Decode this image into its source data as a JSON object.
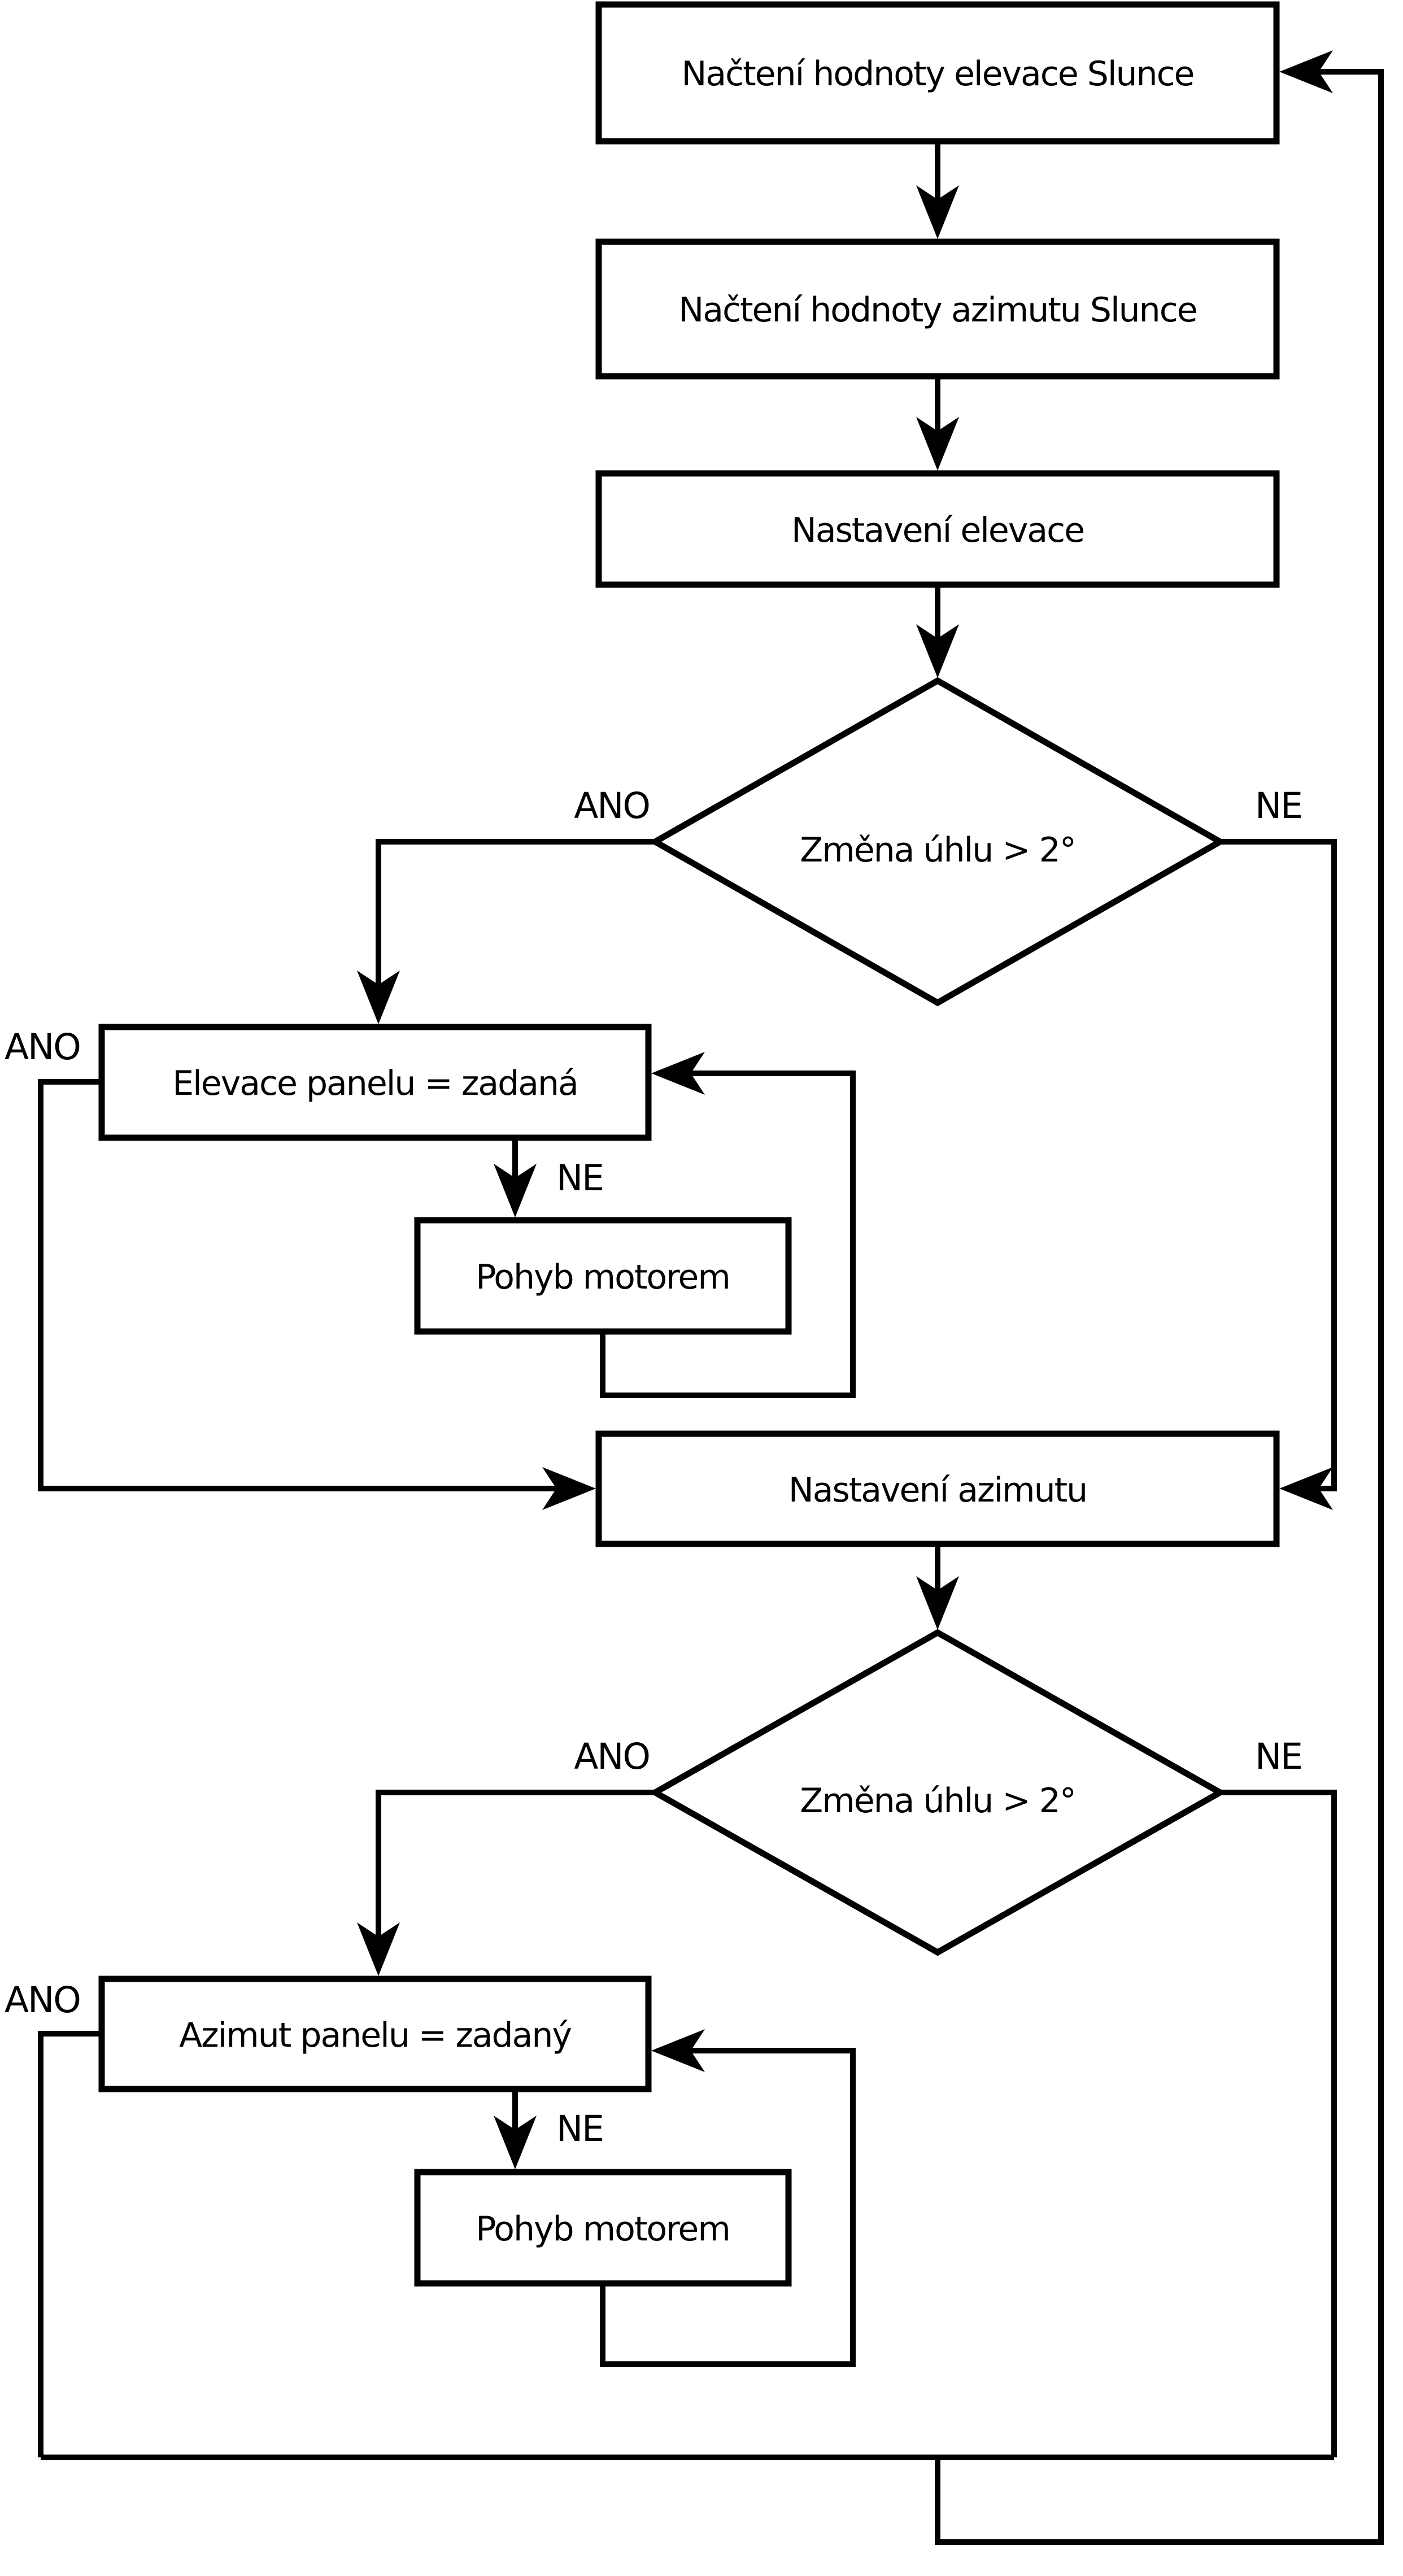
{
  "diagram": {
    "type": "flowchart",
    "language": "cs",
    "background_color": "#ffffff",
    "line_color": "#000000",
    "nodes": {
      "read_elevation": {
        "label": "Načtení hodnoty elevace Slunce",
        "shape": "process"
      },
      "read_azimuth": {
        "label": "Načtení hodnoty azimutu Slunce",
        "shape": "process"
      },
      "set_elevation": {
        "label": "Nastavení elevace",
        "shape": "process"
      },
      "decision_elevation": {
        "label": "Změna úhlu > 2°",
        "shape": "decision"
      },
      "elevation_equal": {
        "label": "Elevace panelu = zadaná",
        "shape": "process"
      },
      "motor_move_1": {
        "label": "Pohyb motorem",
        "shape": "process"
      },
      "set_azimuth": {
        "label": "Nastavení azimutu",
        "shape": "process"
      },
      "decision_azimuth": {
        "label": "Změna úhlu > 2°",
        "shape": "decision"
      },
      "azimuth_equal": {
        "label": "Azimut panelu = zadaný",
        "shape": "process"
      },
      "motor_move_2": {
        "label": "Pohyb motorem",
        "shape": "process"
      }
    },
    "edge_labels": {
      "decision_elevation_yes": "ANO",
      "decision_elevation_no": "NE",
      "elevation_equal_yes": "ANO",
      "elevation_equal_no": "NE",
      "decision_azimuth_yes": "ANO",
      "decision_azimuth_no": "NE",
      "azimuth_equal_yes": "ANO",
      "azimuth_equal_no": "NE"
    }
  }
}
